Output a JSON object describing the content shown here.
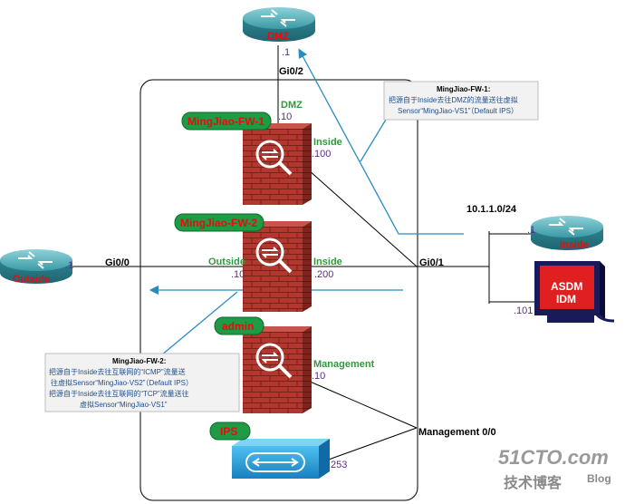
{
  "routers": {
    "dmz": {
      "name": "DMZ",
      "ip": ".1"
    },
    "outside": {
      "name": "Outside",
      "ip": ".1"
    },
    "inside": {
      "name": "Inside",
      "ip": ".1"
    }
  },
  "interfaces": {
    "gi02": "Gi0/2",
    "gi00": "Gi0/0",
    "gi01": "Gi0/1",
    "mgmt": "Management 0/0"
  },
  "subnet": "10.1.1.0/24",
  "asdm": {
    "line1": "ASDM",
    "line2": "IDM",
    "ip": ".101"
  },
  "contexts": {
    "fw1": {
      "name": "MingJiao-FW-1",
      "dmz_label": "DMZ",
      "dmz_ip": ".10",
      "inside_label": "Inside",
      "inside_ip": ".100"
    },
    "fw2": {
      "name": "MingJiao-FW-2",
      "outside_label": "Outside",
      "outside_ip": ".10",
      "inside_label": "Inside",
      "inside_ip": ".200"
    },
    "admin": {
      "name": "admin",
      "mgmt_label": "Management",
      "mgmt_ip": ".10"
    }
  },
  "ips": {
    "name": "IPS",
    "ip": ".253"
  },
  "notes": {
    "fw1": {
      "title": "MingJiao-FW-1:",
      "lines": [
        "把源自于Inside去往DMZ的流量送往虚拟",
        "Sensor“MingJiao-VS1”（Default IPS）"
      ]
    },
    "fw2": {
      "title": "MingJiao-FW-2:",
      "lines": [
        "把源自于Inside去往互联网的“ICMP”流量送",
        "往虚拟Sensor“MingJiao-VS2”（Default IPS）",
        "把源自于Inside去往互联网的“TCP”流量送往",
        "虚拟Sensor“MingJiao-VS1”"
      ]
    }
  },
  "watermark": {
    "site": "51CTO.com",
    "cn": "技术博客",
    "blog": "Blog"
  },
  "colors": {
    "router": "#2f8e9a",
    "firewall": "#a5302a",
    "green_tag": "#1e9b44",
    "arrow": "#2a8bbf",
    "ips": "#1b9ad6"
  }
}
